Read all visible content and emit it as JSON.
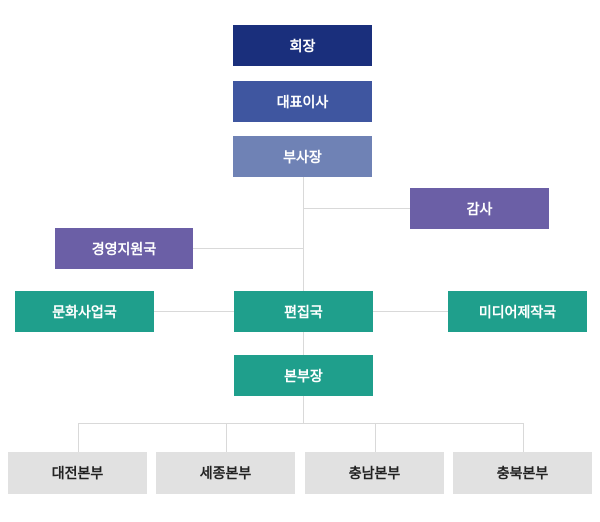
{
  "org": {
    "chairman": "회장",
    "ceo": "대표이사",
    "vice_president": "부사장",
    "auditor": "감사",
    "management_support": "경영지원국",
    "culture_business": "문화사업국",
    "editorial": "편집국",
    "media_production": "미디어제작국",
    "headquarters_head": "본부장",
    "branches": [
      "대전본부",
      "세종본부",
      "충남본부",
      "충북본부"
    ]
  },
  "colors": {
    "navy": "#1a2f7c",
    "indigo": "#3f56a0",
    "slate": "#6f82b5",
    "purple": "#6b5fa6",
    "teal": "#1f9f8c",
    "gray": "#e1e1e1",
    "line": "#d9d9d9"
  }
}
